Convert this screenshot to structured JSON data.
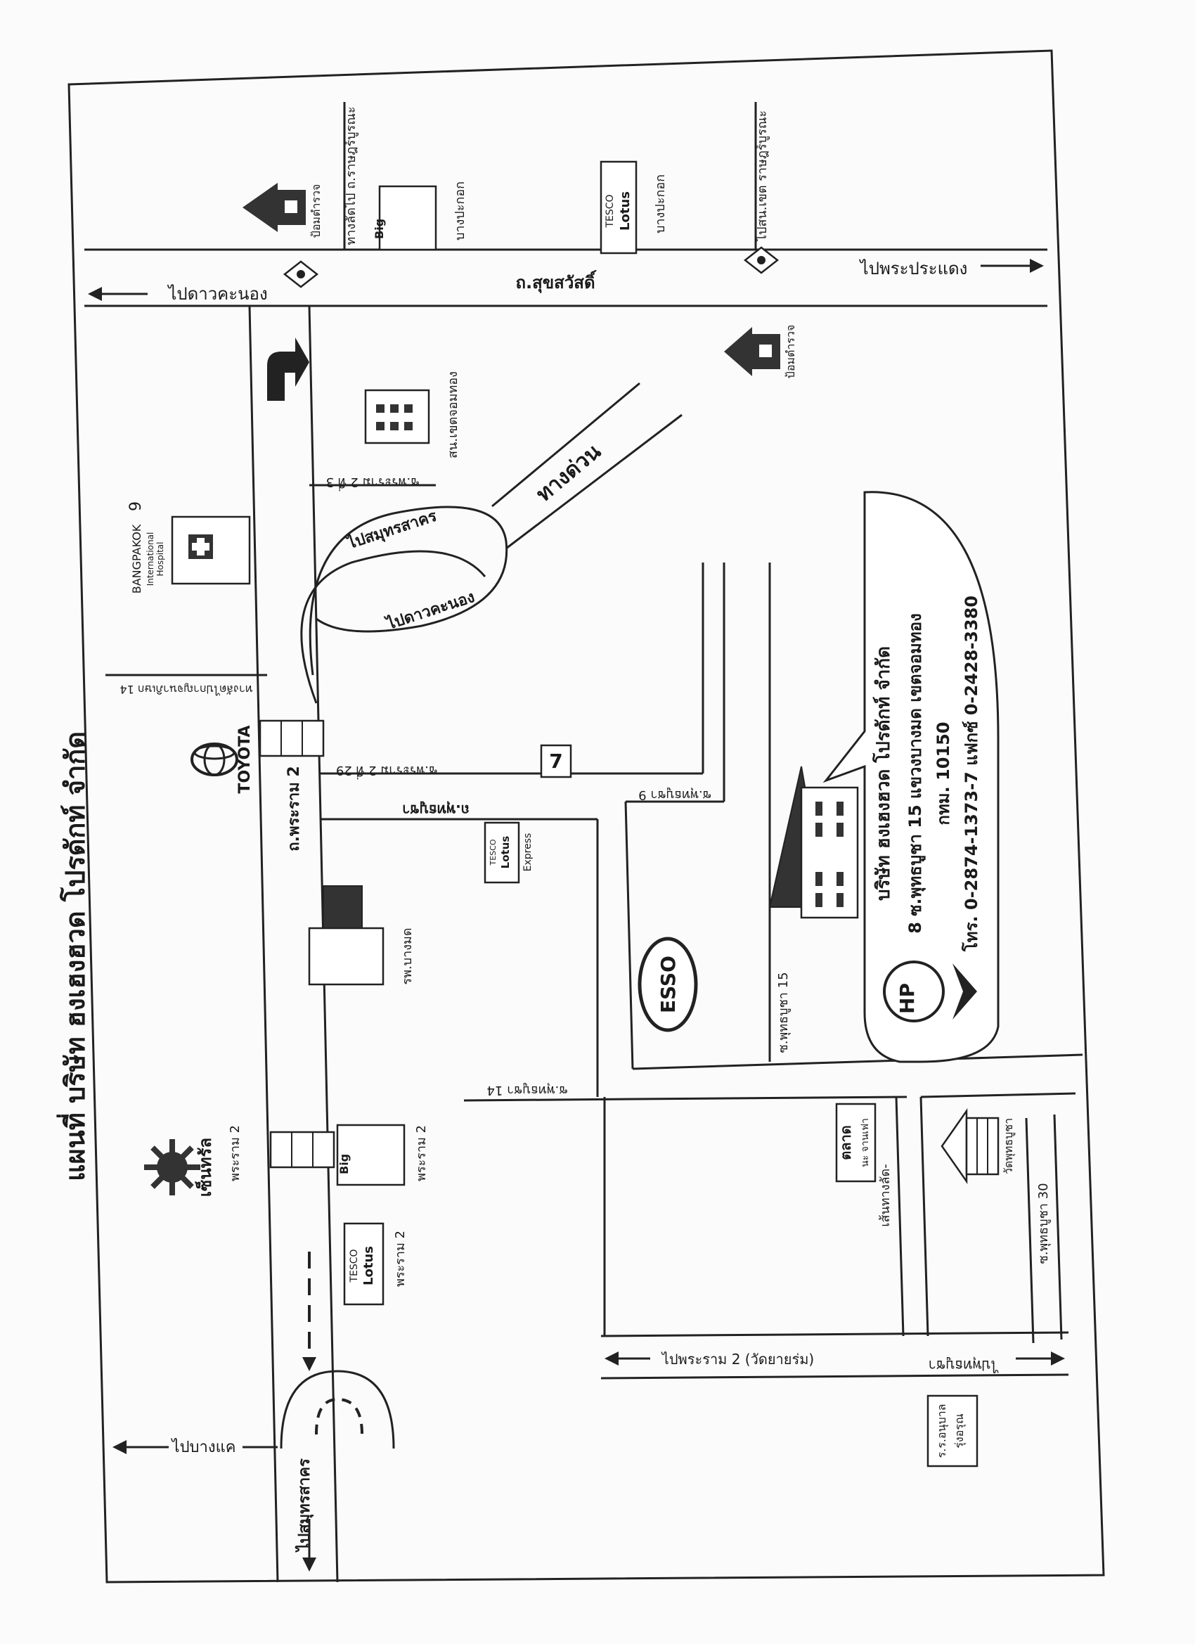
{
  "map": {
    "title": "แผนที่ บริษัท ฮงเฮงฮวด โปรดักท์ จำกัด",
    "roads": {
      "sukhumvit": "ถ.สุขสวัสดิ์",
      "rama2": "ถ.พระราม 2",
      "rama2_soi29": "ซ.พระราม 2 ที่ 29",
      "rama2_soi3": "ซ.พระราม 2 ที่ 3",
      "phutthabucha": "ถ.พุทธบูชา",
      "phutthabucha_soi9": "ซ.พุทธบูชา 9",
      "phutthabucha_soi14": "ซ.พุทธบูชา 14",
      "phutthabucha_soi15": "ซ.พุทธบูชา 15",
      "phutthabucha_soi30": "ซ.พุทธบูชา 30",
      "expressway": "ทางด่วน",
      "kanchanaphisek_label": "ทางลัดไปกาญจนาภิเษก 14",
      "shortcut_ratburana": "ทางลัดไป ถ.ราษฎร์บูรณะ",
      "to_ratburana": "ไปสน.เขต ราษฎร์บูรณะ",
      "shortcut_market": "เส้นทางลัด-"
    },
    "directions": {
      "to_dao_khanong": "ไปดาวคะนอง",
      "to_phra_pradaeng": "ไปพระประแดง",
      "to_samut_sakhon_loop": "ไปสมุทรสาคร",
      "to_dao_khanong_loop": "ไปดาวคะนอง",
      "to_bang_khae": "ไปบางแค",
      "to_samut_sakhon": "ไปสมุทรสาคร",
      "to_rama2_wat": "ไปพระราม 2 (วัดยายร่ม)",
      "to_phutthabucha": "ไปพุทธบูชา"
    },
    "places": {
      "police_box_top": "ป้อมตำรวจ",
      "police_box_mid": "ป้อมตำรวจ",
      "big_c_top": "บางปะกอก",
      "lotus_top_brand": "TESCO",
      "lotus_top_name": "Lotus",
      "lotus_top_branch": "บางปะกอก",
      "police_station": "สน.เขตจอมทอง",
      "hospital_brand": "BANGPAKOK",
      "hospital_number": "9",
      "hospital_line1": "International",
      "hospital_line2": "Hospital",
      "toyota": "TOYOTA",
      "seven_eleven": "7",
      "lotus_express_brand": "TESCO",
      "lotus_express_name": "Lotus",
      "lotus_express_sub": "Express",
      "bangmod_hospital": "รพ.บางมด",
      "esso": "ESSO",
      "central": "เซ็นทรัล",
      "central_branch": "พระราม 2",
      "big_c_rama2": "พระราม 2",
      "lotus_rama2_brand": "TESCO",
      "lotus_rama2_name": "Lotus",
      "lotus_rama2_branch": "พระราม 2",
      "market_name": "ตลาด",
      "market_sub": "นะ จานเฟา",
      "temple": "วัดพุทธบูชา",
      "school_line1": "ร.ร.อนุบาล",
      "school_line2": "รุ่งอรุณ",
      "big_logo": "Big"
    },
    "company": {
      "name": "บริษัท ฮงเฮงฮวด โปรดักท์ จำกัด",
      "address1": "8 ซ.พุทธบูชา 15 แขวงบางมด เขตจอมทอง",
      "address2": "กทม. 10150",
      "phone": "โทร. 0-2874-1373-7  แฟกซ์ 0-2428-3380",
      "logo": "HP"
    }
  }
}
